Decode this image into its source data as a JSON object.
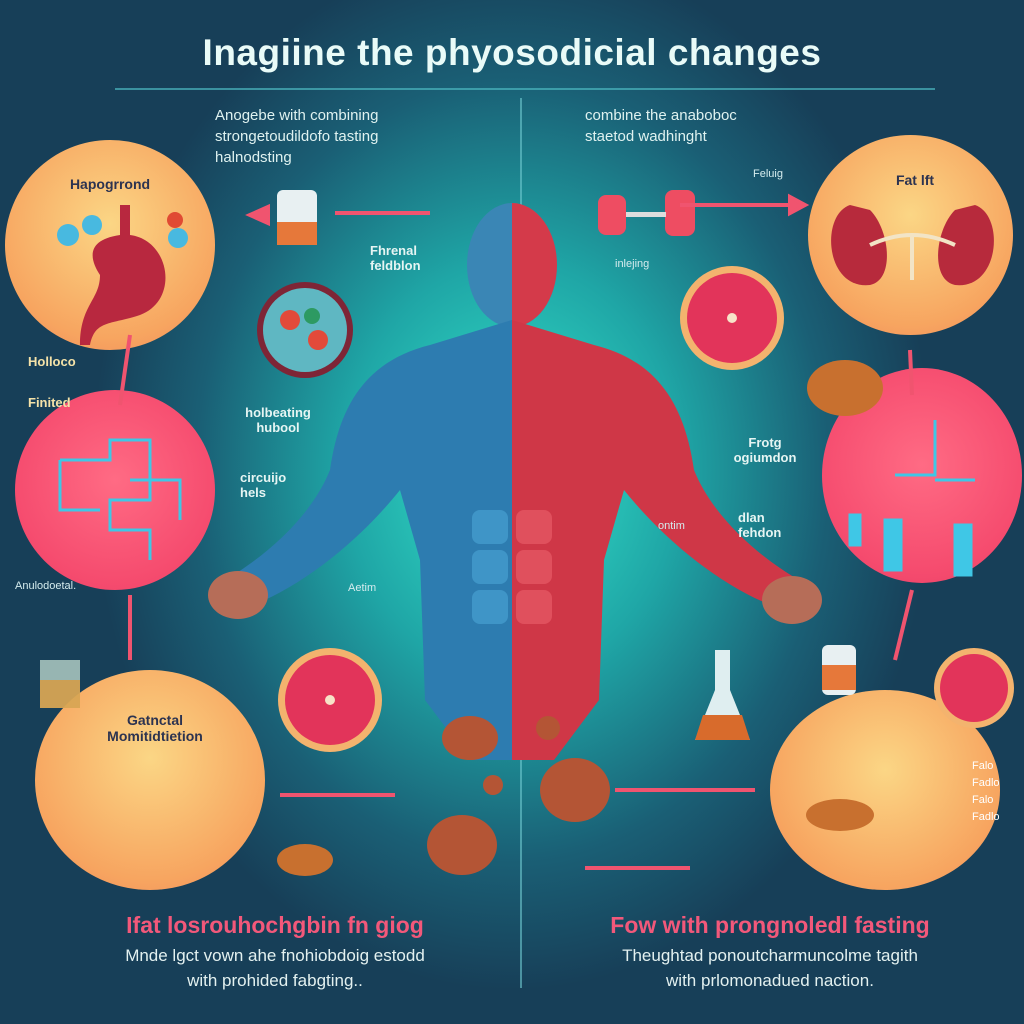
{
  "title": "Inagiine the phyosodicial changes",
  "left_intro": [
    "Anogebe with combining",
    "strongetoudildofo tasting",
    "halnodsting"
  ],
  "right_intro": [
    "combine the anaboboc",
    "staetod wadhinght"
  ],
  "left_circles": {
    "top": "Hapogrrond",
    "bottom": [
      "Gatnctal",
      "Momitidtietion"
    ]
  },
  "right_circles": {
    "top": "Fat lft"
  },
  "left_labels": {
    "holloco": "Holloco",
    "finited": "Finited",
    "fhrenal": [
      "Fhrenal",
      "feldblon"
    ],
    "holbeating": [
      "holbeating",
      "hubool"
    ],
    "circuijo": [
      "circuijo",
      "hels"
    ],
    "anulodetal": "Anulodoetal.",
    "aetim": "Aetim"
  },
  "right_labels": {
    "feluig": "Feluig",
    "inlejing": "inlejing",
    "frotg": [
      "Frotg",
      "ogiumdon"
    ],
    "dlan": [
      "dlan",
      "fehdon"
    ],
    "ontim": "ontim",
    "side_tags": [
      "Falo",
      "Fadlo",
      "Falo",
      "Fadlo"
    ]
  },
  "left_footer": {
    "heading": "Ifat losrouhochgbin fn giog",
    "body": [
      "Mnde lgct vown ahe fnohiobdoig estodd",
      "with prohided fabgting.."
    ]
  },
  "right_footer": {
    "heading": "Fow with prongnoledl fasting",
    "body": [
      "Theughtad ponoutcharmuncolme tagith",
      "with prlomonadued naction."
    ]
  },
  "colors": {
    "accent": "#f2587a",
    "orange": "#f7a560",
    "pink": "#f54b6e",
    "muscle_blue": "#2a7fb3",
    "muscle_red": "#d9394a"
  }
}
